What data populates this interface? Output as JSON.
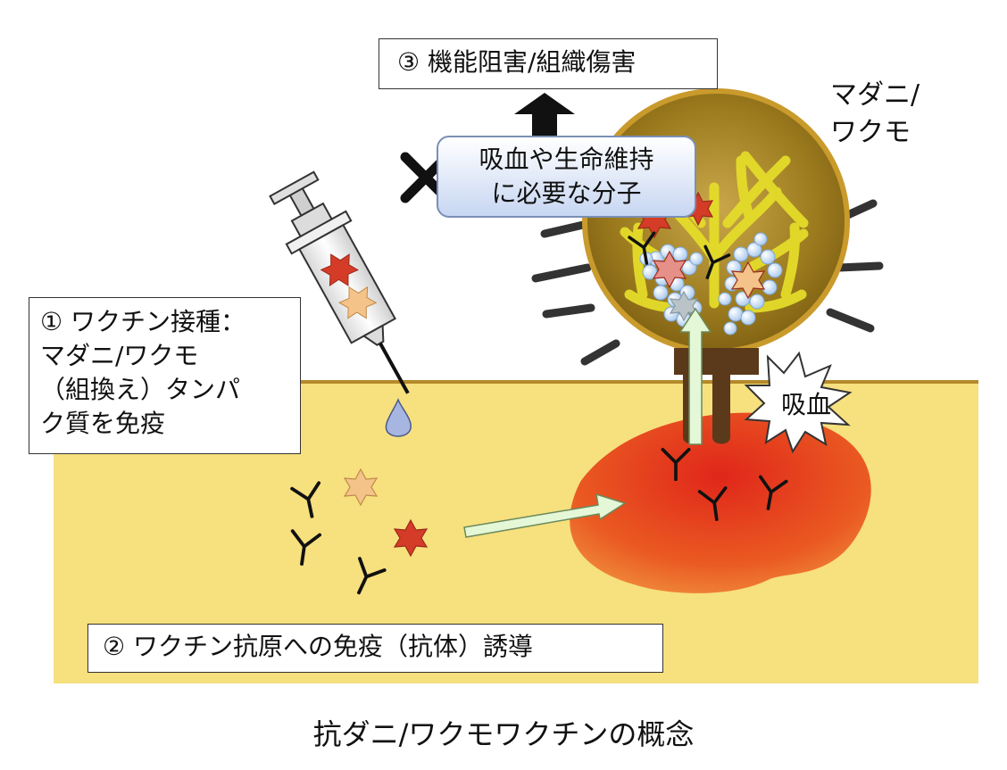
{
  "labels": {
    "step1_lines": [
      "① ワクチン接種：",
      "マダニ/ワクモ",
      "（組換え）タンパ",
      "ク質を免疫"
    ],
    "step2": "② ワクチン抗原への免疫（抗体）誘導",
    "step3": "③ 機能阻害/組織傷害",
    "molecule_lines": [
      "吸血や生命維持",
      "に必要な分子"
    ],
    "tick_lines": [
      "マダニ/",
      "ワクモ"
    ],
    "bite": "吸血",
    "caption": "抗ダニ/ワクモワクチンの概念"
  },
  "colors": {
    "skin": "#f7e07e",
    "skin_edge": "#b58a2a",
    "blood": "#e9421c",
    "tick_body": "#8a6a10",
    "tick_rim": "#c99a2c",
    "gut": "#e4dc2a",
    "antigen_dark": "#d43c28",
    "antigen_light": "#f3c38a",
    "arrow_fill": "#e4f7d7",
    "arrow_stroke": "#6a8a5a"
  },
  "icons": {
    "syringe": "syringe-icon",
    "tick": "tick-icon",
    "antibody": "antibody-icon",
    "antigen": "antigen-star-icon",
    "block": "cross-icon",
    "up_arrow": "up-arrow-icon"
  }
}
